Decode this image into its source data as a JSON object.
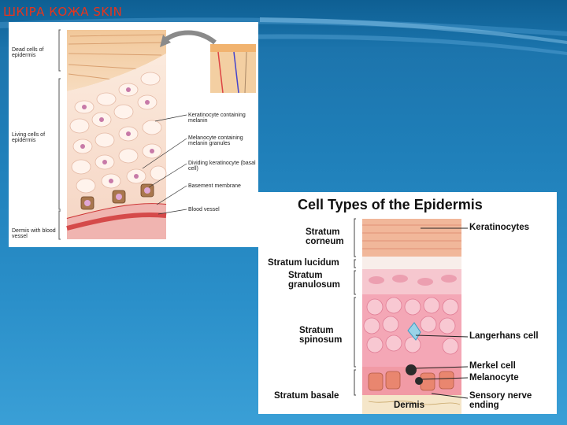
{
  "slide": {
    "title": "ШКІРА КОЖА SKIN"
  },
  "left_diagram": {
    "left_labels": [
      "Dead cells of epidermis",
      "Living cells of epidermis",
      "Dermis with blood vessel"
    ],
    "right_labels": [
      "Keratinocyte containing melanin",
      "Melanocyte containing melanin granules",
      "Dividing keratinocyte (basal cell)",
      "Basement membrane",
      "Blood vessel"
    ]
  },
  "right_diagram": {
    "title": "Cell Types of the Epidermis",
    "layers": [
      "Stratum corneum",
      "Stratum lucidum",
      "Stratum granulosum",
      "Stratum spinosum",
      "Stratum basale"
    ],
    "cell_types": [
      "Keratinocytes",
      "Langerhans cell",
      "Merkel cell",
      "Melanocyte",
      "Sensory nerve ending"
    ],
    "dermis_label": "Dermis"
  },
  "colors": {
    "title": "#e8341c",
    "background": "#1f7fb9"
  }
}
